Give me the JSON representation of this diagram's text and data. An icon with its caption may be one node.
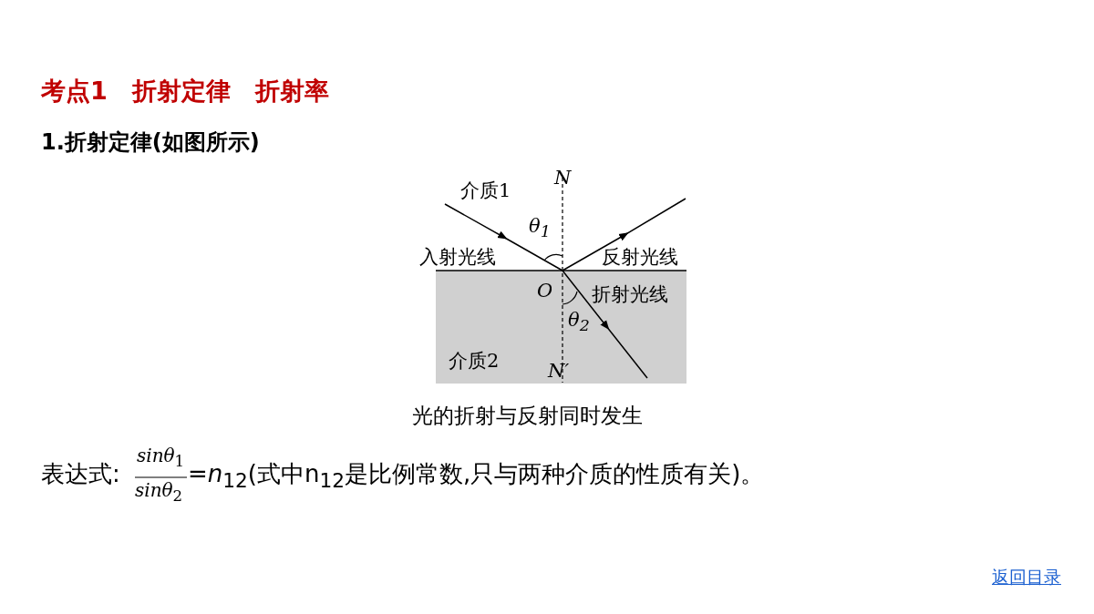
{
  "diagram": {
    "title": "考点1　折射定律　折射率",
    "caption": "光的折射与反射同时发生",
    "labels": [
      "1.折射定律(如图所示)",
      "介质1",
      "N",
      "θ$_{1}$",
      "入射光线",
      "反射光线",
      "O",
      "折射光线",
      "θ$_{2}$",
      "介质2",
      "N′",
      "表达式:",
      "*sinθ*$_{1}$",
      "*sinθ*$_{2}$",
      "=*n*$_{12}$(式中n$_{12}$是比例常数,只与两种介质的性质有关)。",
      "返回目录"
    ]
  }
}
